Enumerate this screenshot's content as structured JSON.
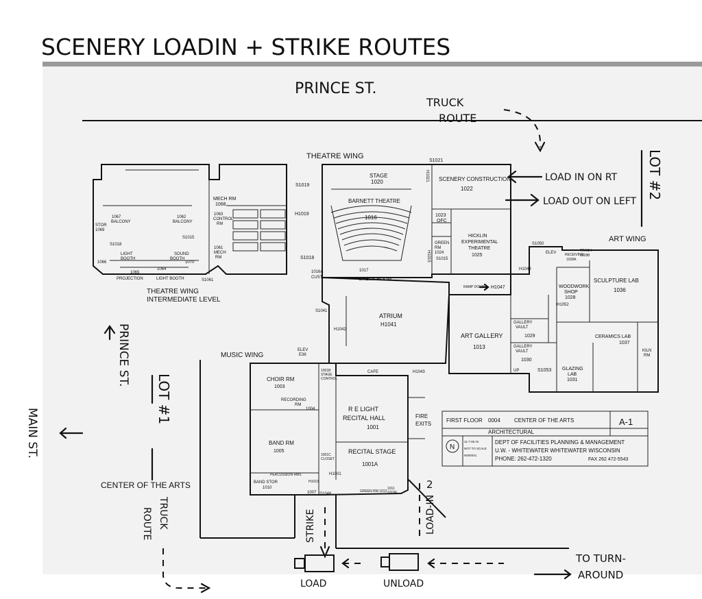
{
  "header": {
    "title": "SCENERY LOADIN + STRIKE ROUTES"
  },
  "streets": {
    "prince_top": "PRINCE ST.",
    "prince_left": "PRINCE ST.",
    "main": "MAIN ST."
  },
  "wings": {
    "theatre": "THEATRE WING",
    "theatre_intermediate_1": "THEATRE WING",
    "theatre_intermediate_2": "INTERMEDIATE LEVEL",
    "art": "ART WING",
    "music": "MUSIC WING",
    "center": "CENTER OF THE ARTS"
  },
  "rooms": {
    "stage": "STAGE",
    "stage_no": "1020",
    "barnett": "BARNETT THEATRE",
    "barnett_no": "1016",
    "scenery_1": "SCENERY CONSTRUCTION",
    "scenery_no": "1022",
    "ofc_no": "1023",
    "ofc": "OFC",
    "green_1": "GREEN",
    "green_2": "RM",
    "green_no": "1024",
    "hicklin_1": "HICKLIN",
    "hicklin_2": "EXPERIMENTAL",
    "hicklin_3": "THEATRE",
    "hicklin_no": "1025",
    "atrium": "ATRIUM",
    "atrium_no": "H1041",
    "check_no": "1017",
    "check": "CHECK ROOM",
    "art_gallery": "ART GALLERY",
    "art_gallery_no": "1013",
    "gv1_1": "GALLERY",
    "gv1_2": "VAULT",
    "gv1_no": "1029",
    "gv2_1": "GALLERY",
    "gv2_2": "VAULT",
    "gv2_no": "1030",
    "woodwork_1": "WOODWORK",
    "woodwork_2": "SHOP",
    "woodwork_no": "1028",
    "sculpture": "SCULPTURE LAB",
    "sculpture_no": "1036",
    "ceramics": "CERAMICS LAB",
    "ceramics_no": "1037",
    "glazing_1": "GLAZING",
    "glazing_2": "LAB",
    "glazing_no": "1031",
    "kiln_1": "KILN",
    "kiln_2": "RM",
    "choir": "CHOIR RM",
    "choir_no": "1003",
    "recording_1": "RECORDING",
    "recording_2": "RM",
    "recording_no": "1004",
    "band": "BAND RM",
    "band_no": "1005",
    "recital_1": "R E LIGHT",
    "recital_2": "RECITAL HALL",
    "recital_no": "1001",
    "recital_stage": "RECITAL STAGE",
    "recital_stage_no": "1001A",
    "fire_1": "FIRE",
    "fire_2": "EXITS",
    "cafe": "CAFE",
    "balcony1_no": "1067",
    "balcony1": "BALCONY",
    "balcony2_no": "1062",
    "balcony2": "BALCONY",
    "mech_rm": "MECH RM",
    "mech_rm_no": "1068",
    "control_no": "1063",
    "control_1": "CONTROL",
    "control_2": "RM",
    "mech2_no": "1061",
    "mech2_1": "MECH",
    "mech2_2": "RM",
    "stor_1": "STOR",
    "stor_no": "1069",
    "light_booth_1": "LIGHT",
    "light_booth_2": "BOOTH",
    "sound_1": "SOUND",
    "sound_2": "BOOTH",
    "projection": "PROJECTION",
    "projection_no": "1065",
    "light_booth_b": "LIGHT BOOTH",
    "light_booth_b_no": "1064",
    "n1066": "1066",
    "n1070": "1070",
    "band_stor": "BAND STOR",
    "band_stor_no": "1010",
    "green_rm_low": "GREEN RM 1012",
    "stor_low_no": "1011",
    "stor_low": "STOR",
    "n1007": "1007",
    "percussion": "PERCUSSION RMS"
  },
  "codes": {
    "s1021": "S1021",
    "s1019": "S1019",
    "h1019": "H1019",
    "s1018b": "S1018",
    "s1018": "S1018",
    "s1015": "S1015",
    "s1061": "S1061",
    "s1015b": "S1015",
    "h1021": "H1021",
    "h1015": "H1015",
    "s1041": "S1041",
    "h1042": "H1042",
    "elev": "ELEV",
    "e36": "E36",
    "h1047": "H1047",
    "ramp": "RAMP DOWN",
    "s1050": "S1050",
    "h1049": "H1049",
    "elev2": "ELEV",
    "h1052": "H1052",
    "s1053": "S1053",
    "h1043": "H1043",
    "h1001": "H1001",
    "s1046": "S1046",
    "h1010": "H1010",
    "stage_ctrl_1": "1001B",
    "stage_ctrl_2": "STAGE",
    "stage_ctrl_3": "CONTROL",
    "closet_1": "1001C",
    "closet_2": "CLOSET",
    "receiving_1": "RECEIVING",
    "receiving_2": "1028A",
    "trash_1": "TRASH",
    "trash_2": "1028B",
    "cust_1": "1016A",
    "cust_2": "CUST",
    "up": "UP"
  },
  "annotations": {
    "truck_route_1": "TRUCK",
    "truck_route_2": "ROUTE",
    "load_in": "LOAD IN ON RT",
    "load_out": "LOAD OUT ON LEFT",
    "lot2": "LOT #2",
    "lot1": "LOT #1",
    "truck_route_left_1": "TRUCK",
    "truck_route_left_2": "ROUTE",
    "strike": "STRIKE",
    "load2": "LOAD-IN",
    "num2": "2",
    "load": "LOAD",
    "unload": "UNLOAD",
    "turn_1": "TO TURN-",
    "turn_2": "AROUND"
  },
  "title_block": {
    "row1_a": "FIRST FLOOR",
    "row1_b": "0004",
    "row1_c": "CENTER OF THE ARTS",
    "sheet": "A-1",
    "discipline": "ARCHITECTURAL",
    "date": "11-7-06 /m",
    "scale": "NOT TO SCALE",
    "id": "N000041",
    "dept": "DEPT OF FACILITIES PLANNING & MANAGEMENT",
    "univ": "U.W. - WHITEWATER     WHITEWATER WISCONSIN",
    "phone": "PHONE: 262-472-1320",
    "fax": "FAX 262 472-5543",
    "north": "N"
  }
}
